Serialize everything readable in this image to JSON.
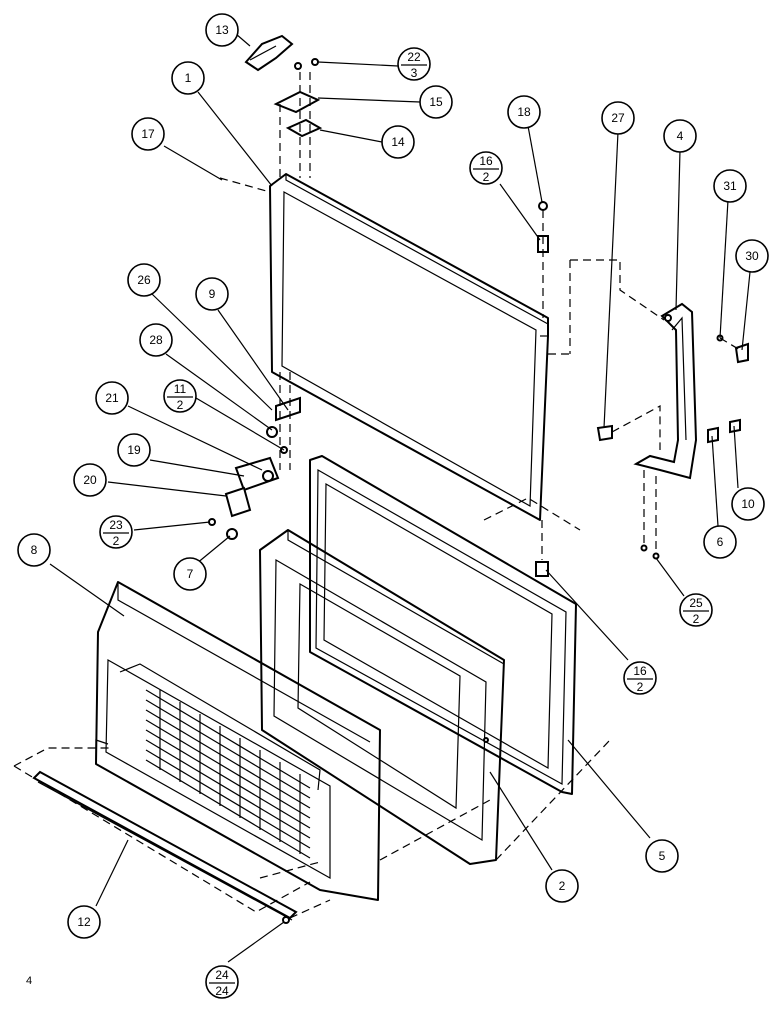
{
  "callouts": [
    {
      "id": "13",
      "label": "13"
    },
    {
      "id": "22-3",
      "num": "22",
      "den": "3"
    },
    {
      "id": "15",
      "label": "15"
    },
    {
      "id": "14",
      "label": "14"
    },
    {
      "id": "1",
      "label": "1"
    },
    {
      "id": "17",
      "label": "17"
    },
    {
      "id": "18",
      "label": "18"
    },
    {
      "id": "16-2-top",
      "num": "16",
      "den": "2"
    },
    {
      "id": "27",
      "label": "27"
    },
    {
      "id": "4",
      "label": "4"
    },
    {
      "id": "31",
      "label": "31"
    },
    {
      "id": "30",
      "label": "30"
    },
    {
      "id": "26",
      "label": "26"
    },
    {
      "id": "9",
      "label": "9"
    },
    {
      "id": "28",
      "label": "28"
    },
    {
      "id": "21",
      "label": "21"
    },
    {
      "id": "11-2",
      "num": "11",
      "den": "2"
    },
    {
      "id": "19",
      "label": "19"
    },
    {
      "id": "20",
      "label": "20"
    },
    {
      "id": "23-2",
      "num": "23",
      "den": "2"
    },
    {
      "id": "7",
      "label": "7"
    },
    {
      "id": "8",
      "label": "8"
    },
    {
      "id": "10",
      "label": "10"
    },
    {
      "id": "6",
      "label": "6"
    },
    {
      "id": "25-2",
      "num": "25",
      "den": "2"
    },
    {
      "id": "16-2-bottom",
      "num": "16",
      "den": "2"
    },
    {
      "id": "5",
      "label": "5"
    },
    {
      "id": "2",
      "label": "2"
    },
    {
      "id": "12",
      "label": "12"
    },
    {
      "id": "24-24",
      "num": "24",
      "den": "24"
    }
  ],
  "page_number": "4"
}
